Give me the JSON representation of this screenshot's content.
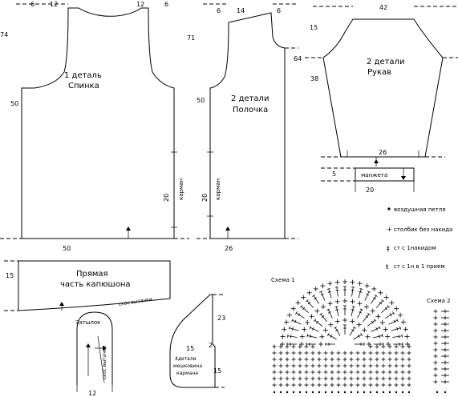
{
  "back": {
    "title_line1": "1 деталь",
    "title_line2": "Спинка",
    "dims": {
      "top_left": "6",
      "top_mid_left": "12",
      "top_mid_right": "12",
      "top_right": "6",
      "height_full": "74",
      "height_side": "50",
      "pocket": "20",
      "bottom": "50"
    },
    "pocket_label": "карман"
  },
  "front": {
    "title_line1": "2 детали",
    "title_line2": "Полочка",
    "dims": {
      "top_left": "6",
      "top_mid": "14",
      "top_right": "6",
      "height_full": "71",
      "height_right": "64",
      "height_side": "50",
      "pocket": "20",
      "bottom": "26"
    },
    "pocket_label": "карман"
  },
  "sleeve": {
    "title_line1": "2 детали",
    "title_line2": "Рукав",
    "dims": {
      "top": "42",
      "top_side": "15",
      "side": "38",
      "bottom_inner": "26",
      "cuff_height": "5",
      "cuff_width": "20"
    },
    "cuff_label": "манжета"
  },
  "hood": {
    "title_line1": "Прямая",
    "title_line2": "часть капюшона",
    "height": "15",
    "dart_label": "скос вытачки"
  },
  "hood_back": {
    "title": "Затылок",
    "dart_label": "скос вытачки",
    "width": "12"
  },
  "pocket_bag": {
    "dim_top": "23",
    "dim_left": "15",
    "dim_small": "2",
    "dim_bottom": "15",
    "label_line1": "4детали",
    "label_line2": "мешковина",
    "label_line3": "кармана"
  },
  "legend": [
    {
      "symbol": "•",
      "text": "воздушная петля"
    },
    {
      "symbol": "+",
      "text": "столбик без накида"
    },
    {
      "symbol": "ǂ",
      "text": "ст с 1накидом"
    },
    {
      "symbol": "ŧ",
      "text": "ст с 1н в 1 прием"
    }
  ],
  "schema1": {
    "title": "Схема 1"
  },
  "schema2": {
    "title": "Схема 2"
  }
}
